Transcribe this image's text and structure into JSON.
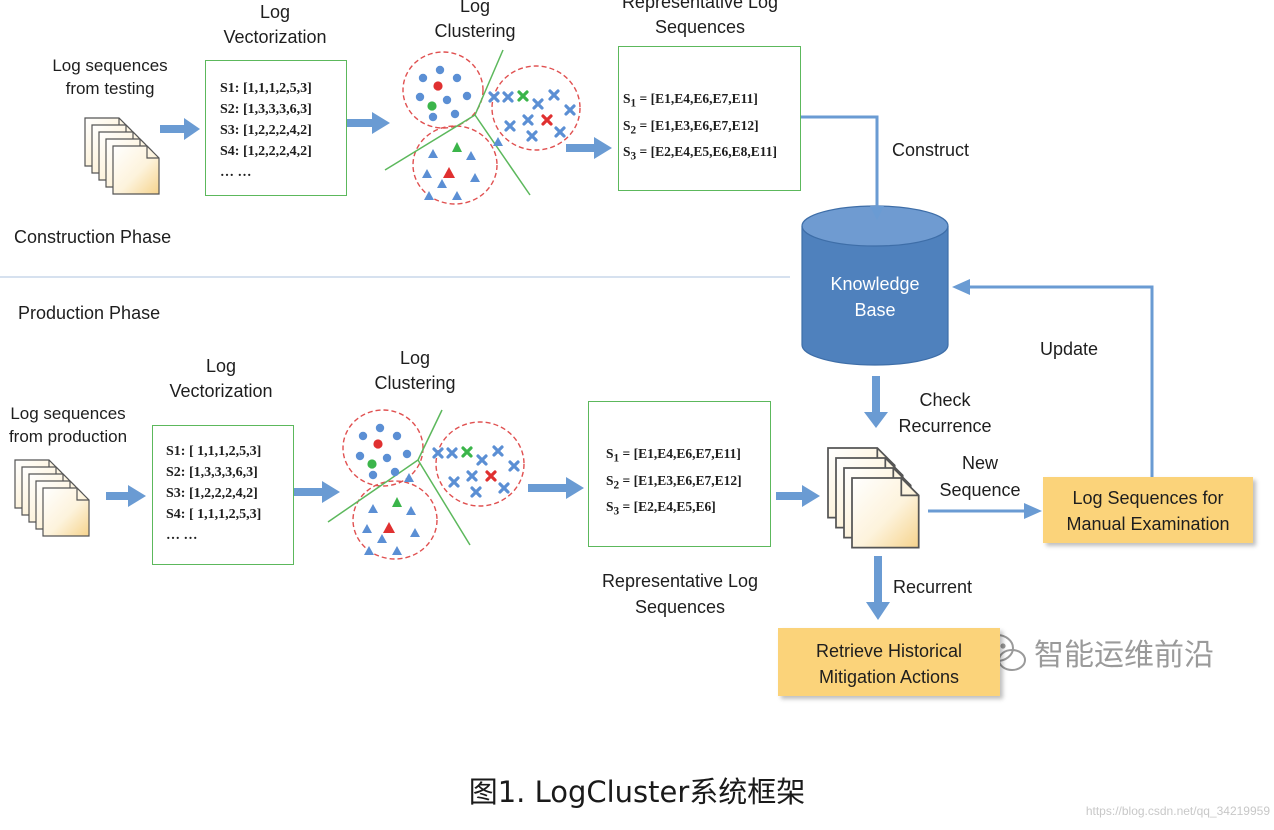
{
  "construction": {
    "phase_label": "Construction Phase",
    "input_label": [
      "Log sequences",
      "from testing"
    ],
    "vectorization_title": [
      "Log",
      "Vectorization"
    ],
    "clustering_title": [
      "Log",
      "Clustering"
    ],
    "representative_title": [
      "Representative Log",
      "Sequences"
    ],
    "vectors": [
      "S1:  [1,1,1,2,5,3]",
      "S2:  [1,3,3,3,6,3]",
      "S3:  [1,2,2,2,4,2]",
      "S4:  [1,2,2,2,4,2]",
      "… …"
    ],
    "sequences": [
      {
        "name": "S",
        "sub": "1",
        "value": " = [E1,E4,E6,E7,E11]"
      },
      {
        "name": "S",
        "sub": "2",
        "value": " = [E1,E3,E6,E7,E12]"
      },
      {
        "name": "S",
        "sub": "3",
        "value": " = [E2,E4,E5,E6,E8,E11]"
      }
    ]
  },
  "production": {
    "phase_label": "Production Phase",
    "input_label": [
      "Log sequences",
      "from production"
    ],
    "vectorization_title": [
      "Log",
      "Vectorization"
    ],
    "clustering_title": [
      "Log",
      "Clustering"
    ],
    "representative_title": [
      "Representative Log",
      "Sequences"
    ],
    "vectors": [
      "S1:  [ 1,1,1,2,5,3]",
      "S2:  [1,3,3,3,6,3]",
      "S3:  [1,2,2,2,4,2]",
      "S4:  [ 1,1,1,2,5,3]",
      "… …"
    ],
    "sequences": [
      {
        "name": "S",
        "sub": "1",
        "value": " = [E1,E4,E6,E7,E11]"
      },
      {
        "name": "S",
        "sub": "2",
        "value": " = [E1,E3,E6,E7,E12]"
      },
      {
        "name": "S",
        "sub": "3",
        "value": " = [E2,E4,E5,E6]"
      }
    ]
  },
  "knowledge_base": [
    "Knowledge",
    "Base"
  ],
  "edges": {
    "construct": "Construct",
    "check_recurrence": [
      "Check",
      "Recurrence"
    ],
    "new_sequence": [
      "New",
      "Sequence"
    ],
    "update": "Update",
    "recurrent": "Recurrent"
  },
  "manual_examination": [
    "Log Sequences for",
    "Manual Examination"
  ],
  "mitigation": [
    "Retrieve Historical",
    "Mitigation Actions"
  ],
  "watermark": "智能运维前沿",
  "caption": "图1. LogCluster系统框架",
  "footer_url": "https://blog.csdn.net/qq_34219959",
  "colors": {
    "arrow": "#6a9bd3",
    "box_border": "#5cb85c",
    "cylinder": "#4f81bd",
    "note": "#fbd37a",
    "divider": "#c9d7ea",
    "cluster_circle": "#e05050"
  }
}
